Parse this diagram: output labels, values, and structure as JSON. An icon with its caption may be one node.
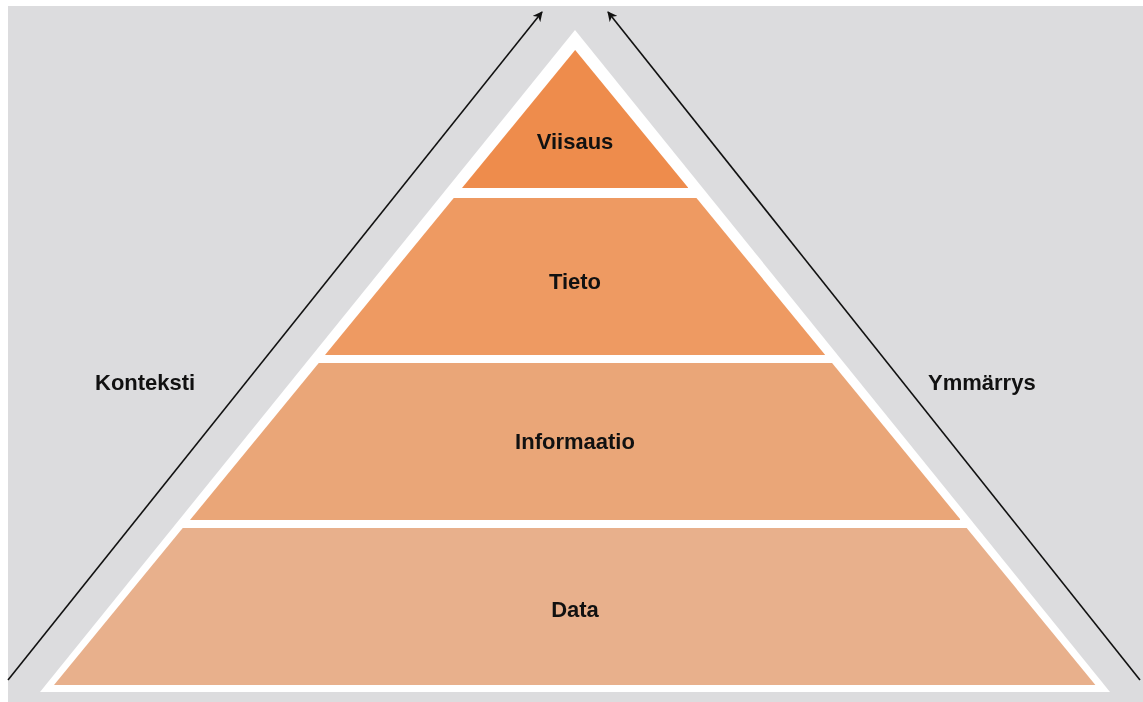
{
  "diagram": {
    "nodes": [
      {
        "text": [
          "Viisaus"
        ]
      },
      {
        "text": [
          "Tieto"
        ]
      },
      {
        "text": [
          "Informaatio"
        ]
      },
      {
        "text": [
          "Data"
        ]
      }
    ],
    "labels": [
      "Konteksti",
      "Ymmärrys"
    ]
  }
}
